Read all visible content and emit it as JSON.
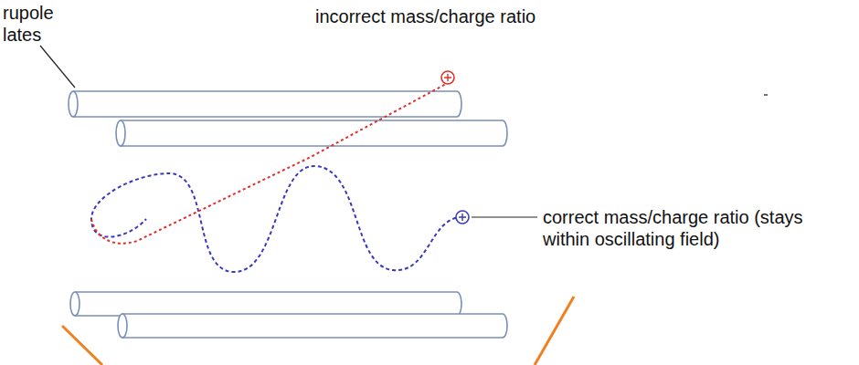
{
  "diagram": {
    "labels": [
      "rupole lates",
      "incorrect mass/charge ratio",
      "correct mass/charge ratio (stays within oscillating field)"
    ]
  }
}
